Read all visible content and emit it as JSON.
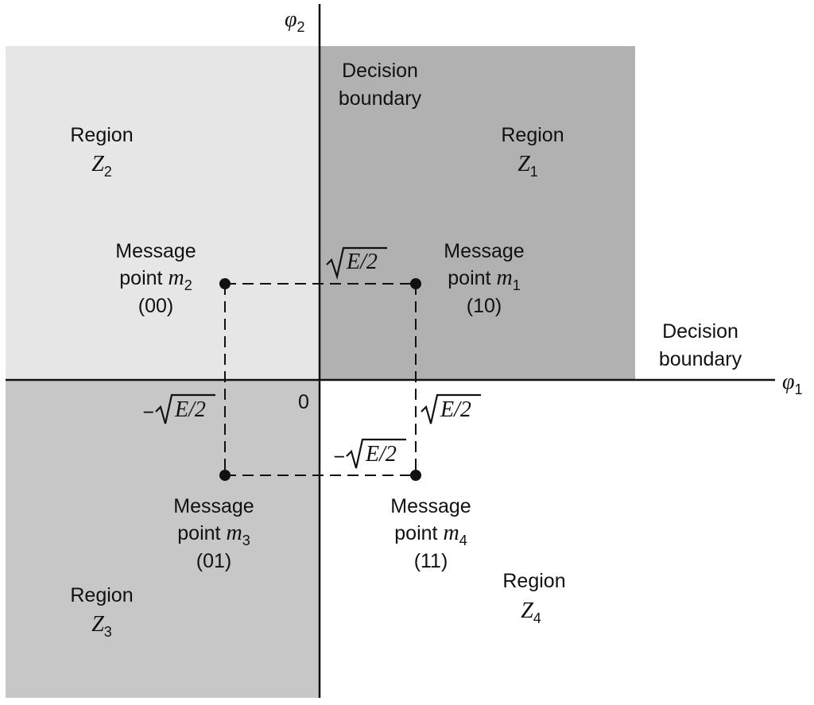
{
  "colors": {
    "region_z1": "#b1b1b1",
    "region_z2": "#e5e6e5",
    "region_z3": "#c7c7c7",
    "region_z4": "#ffffff",
    "ink": "#111111"
  },
  "axes": {
    "horizontal": {
      "name": "φ",
      "sub": "1"
    },
    "vertical": {
      "name": "φ",
      "sub": "2"
    },
    "origin": "0"
  },
  "boundaries": {
    "vertical": {
      "line1": "Decision",
      "line2": "boundary"
    },
    "horizontal": {
      "line1": "Decision",
      "line2": "boundary"
    }
  },
  "regions": [
    {
      "word": "Region",
      "sym": "Z",
      "sub": "1"
    },
    {
      "word": "Region",
      "sym": "Z",
      "sub": "2"
    },
    {
      "word": "Region",
      "sym": "Z",
      "sub": "3"
    },
    {
      "word": "Region",
      "sym": "Z",
      "sub": "4"
    }
  ],
  "points": [
    {
      "line1": "Message",
      "line2_prefix": "point ",
      "sym": "m",
      "sub": "1",
      "code": "(10)"
    },
    {
      "line1": "Message",
      "line2_prefix": "point ",
      "sym": "m",
      "sub": "2",
      "code": "(00)"
    },
    {
      "line1": "Message",
      "line2_prefix": "point ",
      "sym": "m",
      "sub": "3",
      "code": "(01)"
    },
    {
      "line1": "Message",
      "line2_prefix": "point ",
      "sym": "m",
      "sub": "4",
      "code": "(11)"
    }
  ],
  "coordinate_labels": {
    "pos_top": {
      "sign": "",
      "expr": "E/2"
    },
    "pos_right": {
      "sign": "",
      "expr": "E/2"
    },
    "neg_left": {
      "sign": "−",
      "expr": "E/2"
    },
    "neg_bottom": {
      "sign": "−",
      "expr": "E/2"
    }
  }
}
